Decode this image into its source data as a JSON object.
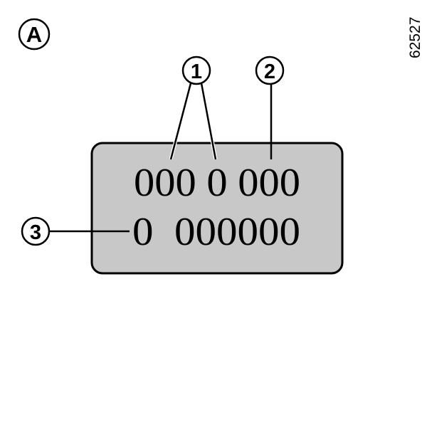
{
  "figure_label": "A",
  "reference_number": "62527",
  "plate": {
    "line1": "000 0 000",
    "line2": "0  000000",
    "fill_color": "#c8c8c8"
  },
  "callouts": [
    {
      "label": "1"
    },
    {
      "label": "2"
    },
    {
      "label": "3"
    }
  ]
}
